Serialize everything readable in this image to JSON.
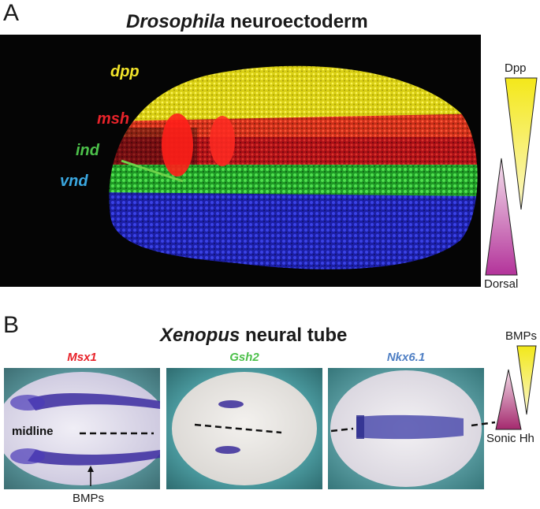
{
  "panel_a": {
    "letter": "A",
    "title_italic": "Drosophila",
    "title_rest": "neuroectoderm",
    "genes": [
      {
        "label": "dpp",
        "color": "#f2e42a"
      },
      {
        "label": "msh",
        "color": "#e8232a"
      },
      {
        "label": "ind",
        "color": "#4cc04a"
      },
      {
        "label": "vnd",
        "color": "#3aa7e0"
      }
    ],
    "gradient_top_label": "Dpp",
    "gradient_bottom_label": "Dorsal",
    "colors": {
      "dpp": "#f7ec1c",
      "msh": "#e81c1c",
      "ind": "#37c93a",
      "vnd": "#2a2fd0",
      "dorsal_gradient": "#b33397"
    }
  },
  "panel_b": {
    "letter": "B",
    "title_italic": "Xenopus",
    "title_rest": "neural tube",
    "embryos": [
      {
        "gene": "Msx1",
        "color": "#e8232a"
      },
      {
        "gene": "Gsh2",
        "color": "#4cc04a"
      },
      {
        "gene": "Nkx6.1",
        "color": "#4f7fc4"
      }
    ],
    "midline_label": "midline",
    "bmps_bottom_label": "BMPs",
    "gradient_top_label": "BMPs",
    "gradient_bottom_label": "Sonic Hh",
    "colors": {
      "stain": "#3a2b9a",
      "embryo_bg": "#4f9aa3",
      "shh_gradient": "#a4296e"
    }
  }
}
